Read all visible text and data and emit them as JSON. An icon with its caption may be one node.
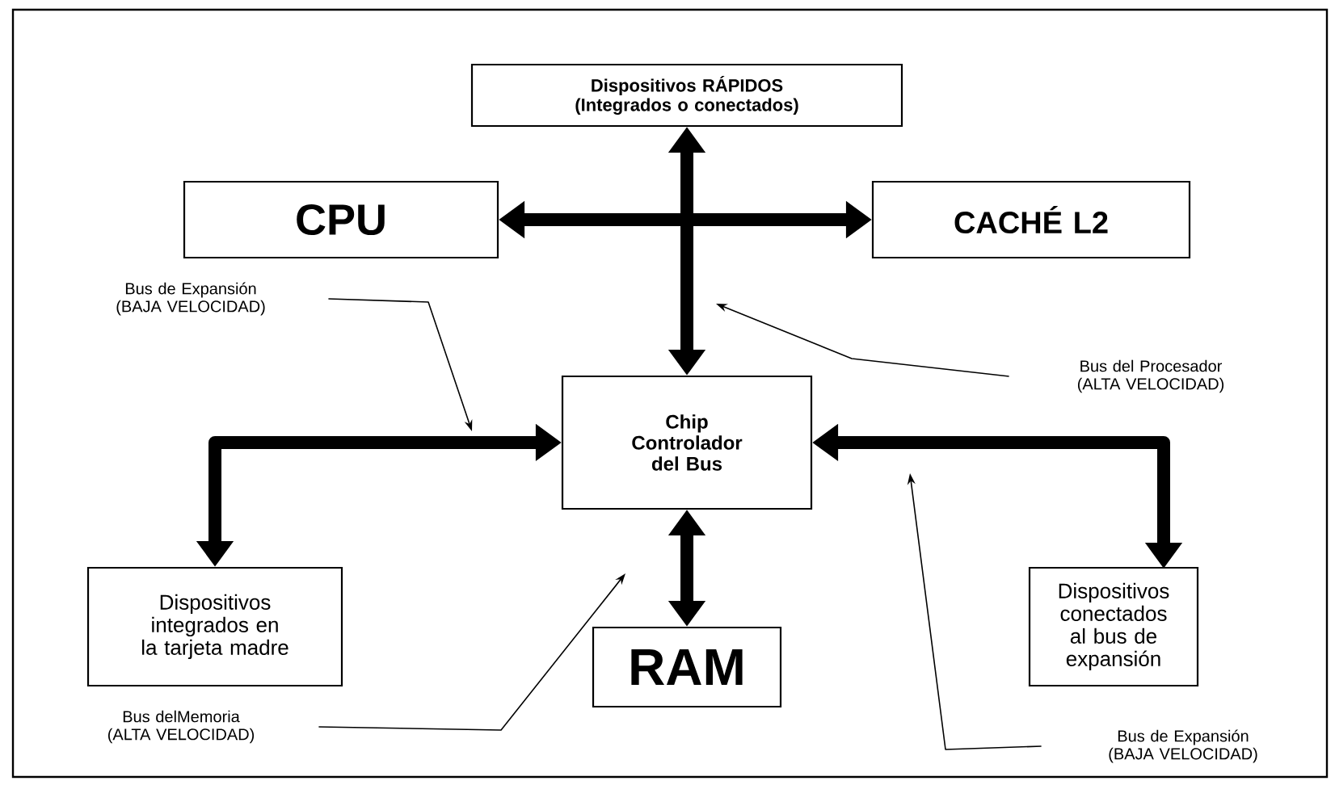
{
  "diagram": {
    "nodes": [
      {
        "text": [
          "Dispositivos RÁPIDOS (Integrados o conectados)"
        ]
      },
      {
        "text": [
          "CPU"
        ]
      },
      {
        "text": [
          "CACHÉ L2"
        ]
      },
      {
        "text": [
          "Chip Controlador del Bus"
        ]
      },
      {
        "text": [
          "Dispositivos integrados en la tarjeta madre"
        ]
      },
      {
        "text": [
          "RAM"
        ]
      },
      {
        "text": [
          "Dispositivos conectados al bus de expansión"
        ]
      },
      {
        "text": [
          "Bus de Expansión (BAJA VELOCIDAD)"
        ]
      },
      {
        "text": [
          "Bus del Procesador (ALTA VELOCIDAD)"
        ]
      },
      {
        "text": [
          "Bus delMemoria (ALTA VELOCIDAD)"
        ]
      },
      {
        "text": [
          "Bus de Expansión (BAJA VELOCIDAD)"
        ]
      }
    ],
    "edges": [
      {
        "from": 1,
        "to": 2,
        "arrow": "both"
      },
      {
        "from": 3,
        "to": 0,
        "arrow": "both"
      },
      {
        "from": 3,
        "to": 4,
        "arrow": "both"
      },
      {
        "from": 3,
        "to": 6,
        "arrow": "both"
      },
      {
        "from": 3,
        "to": 5,
        "arrow": "both"
      },
      {
        "from": 7,
        "to": null,
        "arrow": "to"
      },
      {
        "from": 8,
        "to": null,
        "arrow": "to"
      },
      {
        "from": 9,
        "to": null,
        "arrow": "to"
      },
      {
        "from": 10,
        "to": null,
        "arrow": "to"
      }
    ]
  }
}
